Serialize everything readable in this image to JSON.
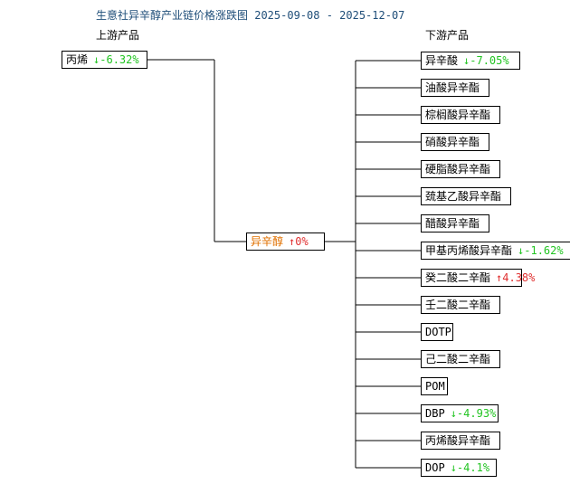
{
  "title": "生意社异辛醇产业链价格涨跌图 2025-09-08 - 2025-12-07",
  "upstream_header": "上游产品",
  "downstream_header": "下游产品",
  "center": {
    "name": "异辛醇",
    "arrow": "↑",
    "change": "0%",
    "direction": "up"
  },
  "upstream": [
    {
      "name": "丙烯",
      "arrow": "↓",
      "change": "-6.32%",
      "direction": "down"
    }
  ],
  "downstream": [
    {
      "name": "异辛酸",
      "arrow": "↓",
      "change": "-7.05%",
      "direction": "down"
    },
    {
      "name": "油酸异辛酯",
      "arrow": "",
      "change": "",
      "direction": ""
    },
    {
      "name": "棕榈酸异辛酯",
      "arrow": "",
      "change": "",
      "direction": ""
    },
    {
      "name": "硝酸异辛酯",
      "arrow": "",
      "change": "",
      "direction": ""
    },
    {
      "name": "硬脂酸异辛酯",
      "arrow": "",
      "change": "",
      "direction": ""
    },
    {
      "name": "巯基乙酸异辛酯",
      "arrow": "",
      "change": "",
      "direction": ""
    },
    {
      "name": "醋酸异辛酯",
      "arrow": "",
      "change": "",
      "direction": ""
    },
    {
      "name": "甲基丙烯酸异辛酯",
      "arrow": "↓",
      "change": "-1.62%",
      "direction": "down"
    },
    {
      "name": "癸二酸二辛酯",
      "arrow": "↑",
      "change": "4.38%",
      "direction": "up"
    },
    {
      "name": "壬二酸二辛酯",
      "arrow": "",
      "change": "",
      "direction": ""
    },
    {
      "name": "DOTP",
      "arrow": "",
      "change": "",
      "direction": ""
    },
    {
      "name": "己二酸二辛酯",
      "arrow": "",
      "change": "",
      "direction": ""
    },
    {
      "name": "POM",
      "arrow": "",
      "change": "",
      "direction": ""
    },
    {
      "name": "DBP",
      "arrow": "↓",
      "change": "-4.93%",
      "direction": "down"
    },
    {
      "name": "丙烯酸异辛酯",
      "arrow": "",
      "change": "",
      "direction": ""
    },
    {
      "name": "DOP",
      "arrow": "↓",
      "change": "-4.1%",
      "direction": "down"
    }
  ]
}
